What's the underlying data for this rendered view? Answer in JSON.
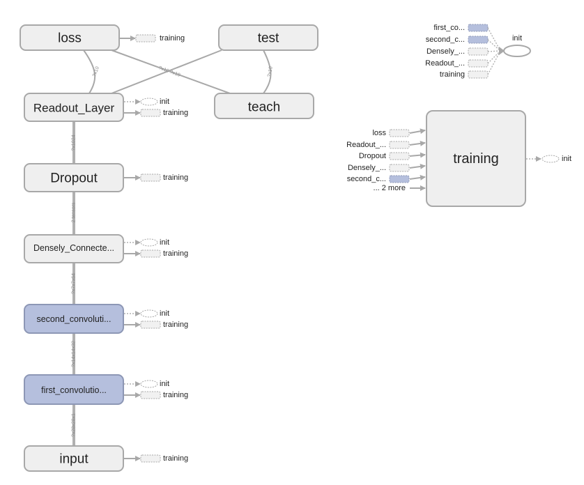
{
  "nodes": {
    "loss": "loss",
    "test": "test",
    "readout": "Readout_Layer",
    "teach": "teach",
    "dropout": "Dropout",
    "densely": "Densely_Connecte...",
    "second_conv": "second_convoluti...",
    "first_conv": "first_convolutio...",
    "input": "input",
    "training_big": "training",
    "init_right": "init"
  },
  "aux": {
    "training": "training",
    "init": "init"
  },
  "init_inputs": [
    "first_co...",
    "second_c...",
    "Densely_...",
    "Readout_...",
    "training"
  ],
  "training_inputs": [
    "loss",
    "Readout_...",
    "Dropout",
    "Densely_...",
    "second_c...",
    "... 2 more"
  ],
  "edge_labels": {
    "loss_readout": "?x10",
    "cross": "?x10 ?x10",
    "test_teach": "?x10",
    "readout_dropout": "?x1024",
    "dropout_densely": "2 tensors",
    "densely_second": "?x7x7x64",
    "second_first": "?x14x14x32",
    "first_input": "?x28x28x1"
  },
  "colors": {
    "node_fill": "#efefef",
    "node_stroke": "#a8a8a8",
    "conv_fill": "#b5bfdd",
    "conv_stroke": "#8d97b5"
  }
}
